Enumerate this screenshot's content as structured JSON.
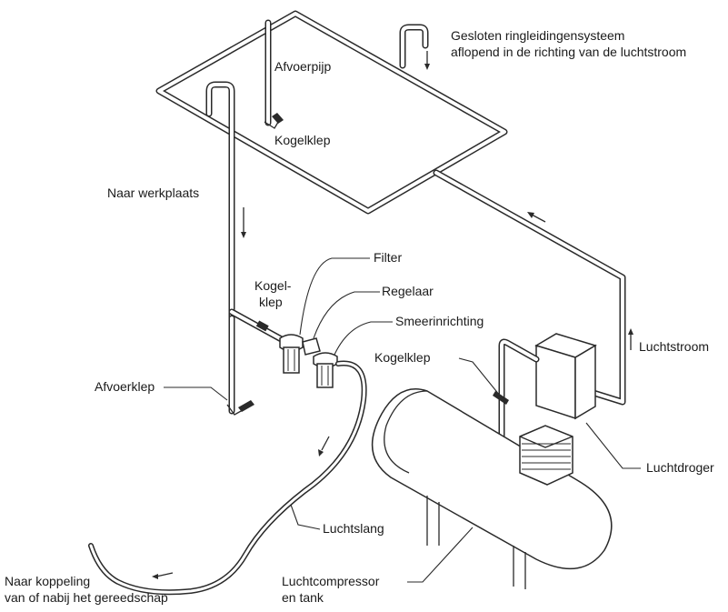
{
  "labels": {
    "closed_loop_line1": "Gesloten ringleidingensysteem",
    "closed_loop_line2": "aflopend in de richting van de luchtstroom",
    "drain_pipe": "Afvoerpijp",
    "ball_valve_top": "Kogelklep",
    "to_workshop": "Naar werkplaats",
    "filter": "Filter",
    "ball_valve_drop_line1": "Kogel-",
    "ball_valve_drop_line2": "klep",
    "regulator": "Regelaar",
    "lubricator": "Smeerinrichting",
    "ball_valve_compressor": "Kogelklep",
    "airflow": "Luchtstroom",
    "drain_valve": "Afvoerklep",
    "air_dryer": "Luchtdroger",
    "air_hose": "Luchtslang",
    "compressor_line1": "Luchtcompressor",
    "compressor_line2": "en tank",
    "to_coupling_line1": "Naar koppeling",
    "to_coupling_line2": "van of nabij het gereedschap"
  },
  "colors": {
    "line": "#2a2a2a",
    "background": "#ffffff",
    "text": "#1a1a1a"
  }
}
